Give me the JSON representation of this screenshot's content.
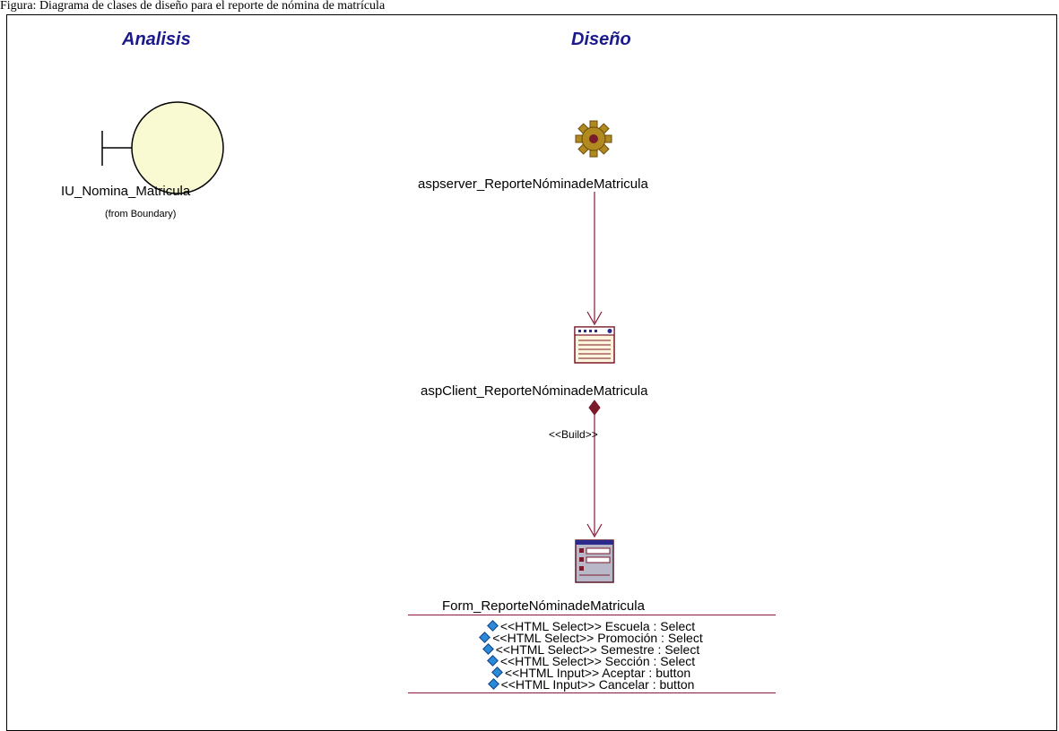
{
  "caption": "Figura: Diagrama de clases de diseño para el reporte de nómina de matrícula",
  "headings": {
    "analysis": "Analisis",
    "design": "Diseño"
  },
  "boundary": {
    "name": "IU_Nomina_Matricula",
    "from": "(from Boundary)"
  },
  "server_page": {
    "name": "aspserver_ReporteNóminadeMatricula",
    "icon": "gear-icon"
  },
  "client_page": {
    "name": "aspClient_ReporteNóminadeMatricula",
    "icon": "client-page-icon"
  },
  "build_relation": {
    "stereotype": "<<Build>>"
  },
  "form": {
    "name": "Form_ReporteNóminadeMatricula",
    "icon": "form-icon",
    "attributes": [
      "<<HTML Select>> Escuela : Select",
      "<<HTML Select>> Promoción : Select",
      "<<HTML Select>> Semestre : Select",
      "<<HTML Select>> Sección : Select",
      "<<HTML Input>> Aceptar : button",
      "<<HTML Input>> Cancelar : button"
    ]
  },
  "colors": {
    "heading": "#1a1a8c",
    "connector": "#8b1a3a",
    "boundary_fill": "#fafad2",
    "attribute_icon": "#2a8ad8"
  }
}
